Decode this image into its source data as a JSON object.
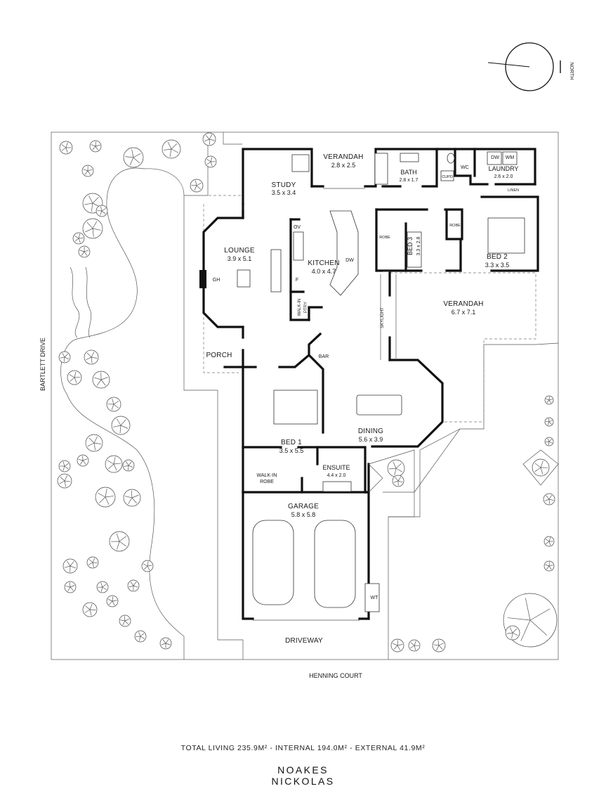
{
  "compass": {
    "label": "NORTH"
  },
  "streets": {
    "west": "BARTLETT DRIVE",
    "south": "HENNING COURT"
  },
  "rooms": {
    "verandah_top": {
      "name": "VERANDAH",
      "dims": "2.8 x 2.5"
    },
    "study": {
      "name": "STUDY",
      "dims": "3.5 x 3.4"
    },
    "bath": {
      "name": "BATH",
      "dims": "2.8 x 1.7"
    },
    "laundry": {
      "name": "LAUNDRY",
      "dims": "2.6 x 2.0"
    },
    "lounge": {
      "name": "LOUNGE",
      "dims": "3.9 x 5.1"
    },
    "kitchen": {
      "name": "KITCHEN",
      "dims": "4.0 x 4.7"
    },
    "bed3": {
      "name": "BED 3",
      "dims": "3.3 x 2.8"
    },
    "bed2": {
      "name": "BED 2",
      "dims": "3.3 x 3.5"
    },
    "verandah_east": {
      "name": "VERANDAH",
      "dims": "6.7 x 7.1"
    },
    "porch": {
      "name": "PORCH"
    },
    "bed1": {
      "name": "BED 1",
      "dims": "3.5 x 5.5"
    },
    "dining": {
      "name": "DINING",
      "dims": "5.6 x 3.9"
    },
    "ensuite": {
      "name": "ENSUITE",
      "dims": "4.4 x 2.0"
    },
    "garage": {
      "name": "GARAGE",
      "dims": "5.8 x 5.8"
    },
    "driveway": {
      "name": "DRIVEWAY"
    }
  },
  "fixtures": {
    "dw_laundry": "DW",
    "wm": "WM",
    "wc": "WC",
    "cupd": "CUPD",
    "linen": "LINEN",
    "robe_bed3": "ROBE",
    "robe_bed2": "ROBE",
    "ov": "OV",
    "dw_kitchen": "DW",
    "f": "F",
    "walkin_ptry_1": "WALK-IN",
    "walkin_ptry_2": "PTRY",
    "gh": "GH",
    "skylight": "SKYLIGHT",
    "bar": "BAR",
    "walkin_robe_1": "WALK-IN",
    "walkin_robe_2": "ROBE",
    "wt": "WT"
  },
  "footer": {
    "stats": "TOTAL LIVING 235.9M² - INTERNAL 194.0M² - EXTERNAL 41.9M²",
    "brand_line1": "NOAKES",
    "brand_line2": "NICKOLAS"
  }
}
